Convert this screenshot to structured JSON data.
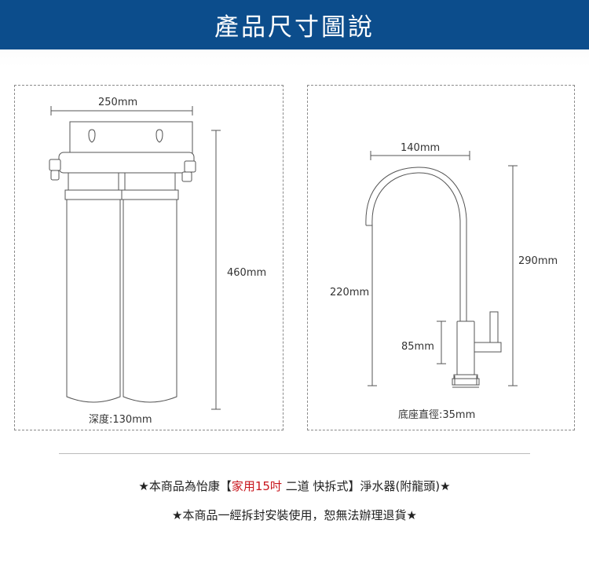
{
  "header": {
    "title": "產品尺寸圖說",
    "background": "#0c4d8c"
  },
  "left_panel": {
    "width_dim": "250mm",
    "height_dim": "460mm",
    "depth_label": "深度:130mm"
  },
  "right_panel": {
    "spout_width_dim": "140mm",
    "total_height_dim": "290mm",
    "spout_height_dim": "220mm",
    "body_height_dim": "85mm",
    "base_label": "底座直徑:35mm"
  },
  "notes": {
    "line1_prefix": "★本商品為怡康【",
    "line1_highlight": "家用15吋",
    "line1_suffix": " 二道 快拆式】淨水器(附龍頭)★",
    "line2": "★本商品一經拆封安裝使用，恕無法辦理退貨★",
    "highlight_color": "#c8161d"
  }
}
